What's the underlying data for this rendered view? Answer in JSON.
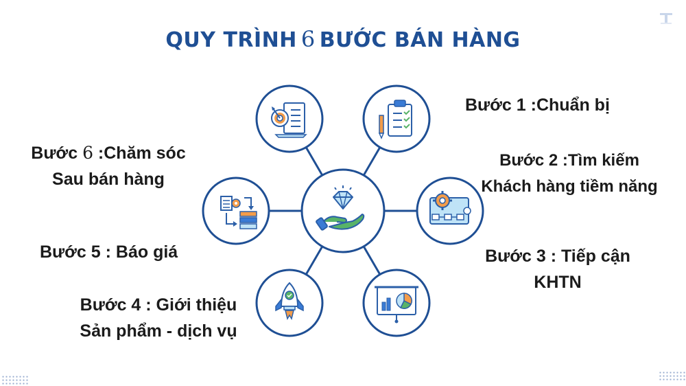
{
  "title": {
    "prefix": "QUY TRÌNH",
    "number": "6",
    "suffix": "BƯỚC BÁN HÀNG"
  },
  "steps": {
    "s1": {
      "line1": "Bước 1 :Chuẩn bị"
    },
    "s2": {
      "line1": "Bước 2 :Tìm kiếm",
      "line2": "Khách hàng tiềm năng"
    },
    "s3": {
      "line1": "Bước 3 : Tiếp cận",
      "line2": "KHTN"
    },
    "s4": {
      "line1": "Bước 4 : Giới thiệu",
      "line2": "Sản phẩm - dịch vụ"
    },
    "s5": {
      "line1": "Bước 5 : Báo giá"
    },
    "s6": {
      "line1a": "Bước",
      "line1num": "6",
      "line1b": " :Chăm sóc",
      "line2": "Sau bán hàng"
    }
  },
  "colors": {
    "title": "#1f4f94",
    "circle_stroke": "#1f4f94",
    "icon_blue": "#3a7bd5",
    "icon_light": "#bfe3f7",
    "icon_orange": "#f39c4a",
    "icon_green": "#58b368"
  },
  "icons": [
    "target-checklist-icon",
    "clipboard-checklist-icon",
    "diamond-hand-icon",
    "gear-blueprint-icon",
    "process-flow-icon",
    "rocket-icon",
    "presentation-chart-icon"
  ]
}
